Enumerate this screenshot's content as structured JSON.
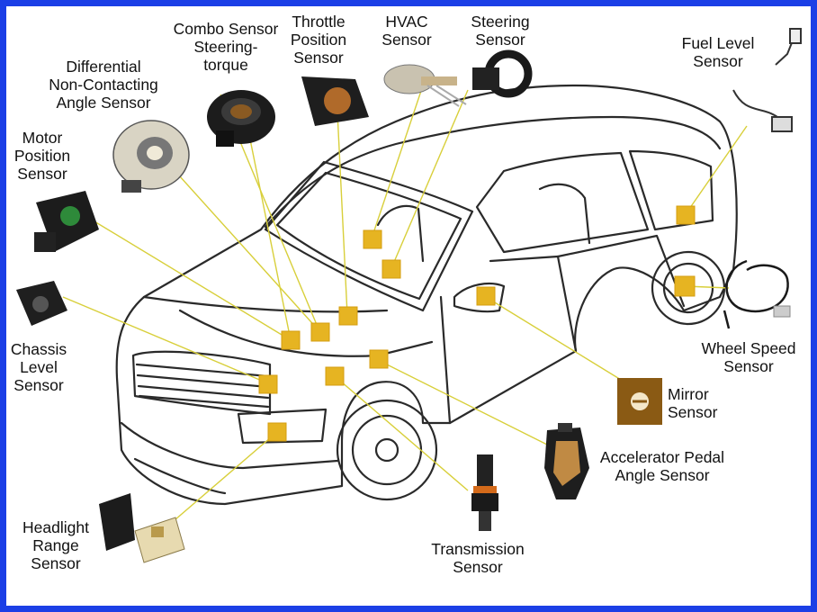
{
  "colors": {
    "frame": "#1b3fe6",
    "marker": "#e6b422",
    "marker_border": "#d49e10",
    "leader": "#d8cf3a",
    "car_outline": "#2a2a2a",
    "mirror_icon_bg": "#8a5a14"
  },
  "labels": {
    "combo_sensor": "Combo Sensor\nSteering-\ntorque",
    "throttle_position_sensor": "Throttle\nPosition\nSensor",
    "hvac_sensor": "HVAC\nSensor",
    "steering_sensor": "Steering\nSensor",
    "fuel_level_sensor": "Fuel Level\nSensor",
    "differential_angle_sensor": "Differential\nNon-Contacting\nAngle Sensor",
    "motor_position_sensor": "Motor\nPosition\nSensor",
    "chassis_level_sensor": "Chassis\nLevel\nSensor",
    "wheel_speed_sensor": "Wheel Speed\nSensor",
    "mirror_sensor": "Mirror\nSensor",
    "accelerator_pedal_sensor": "Accelerator Pedal\nAngle Sensor",
    "headlight_range_sensor": "Headlight\nRange\nSensor",
    "transmission_sensor": "Transmission\nSensor"
  },
  "icons": {
    "combo_sensor": "ring-sensor-icon",
    "throttle_position_sensor": "throttle-sensor-icon",
    "hvac_sensor": "hvac-sensor-icon",
    "steering_sensor": "steering-sensor-icon",
    "fuel_level_sensor": "fuel-float-icon",
    "differential_angle_sensor": "angle-sensor-icon",
    "motor_position_sensor": "motor-sensor-icon",
    "chassis_level_sensor": "chassis-sensor-icon",
    "wheel_speed_sensor": "wheel-speed-cable-icon",
    "mirror_sensor": "mirror-sensor-icon",
    "accelerator_pedal_sensor": "pedal-sensor-icon",
    "headlight_range_sensor": "headlight-sensor-icon",
    "transmission_sensor": "transmission-sensor-icon"
  }
}
